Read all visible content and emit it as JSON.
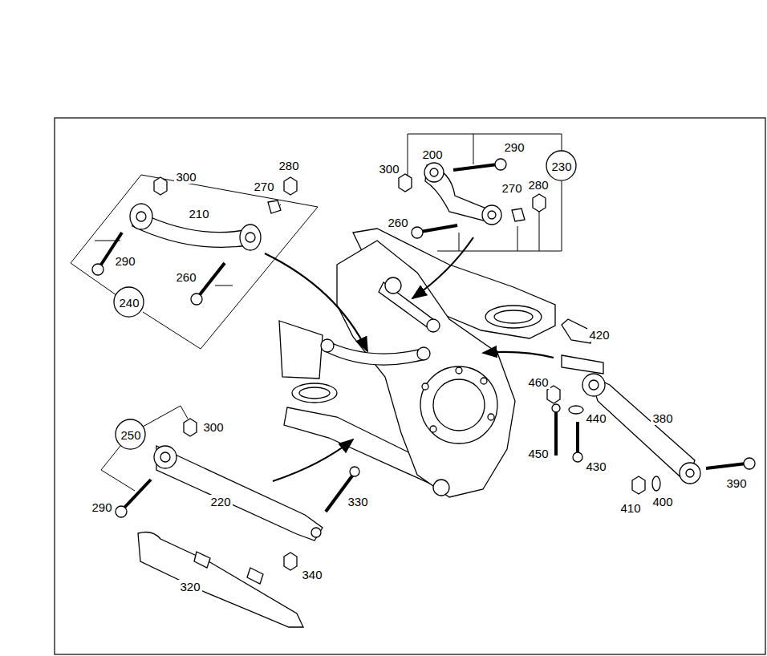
{
  "diagram": {
    "nodes": [
      {
        "text": [
          "230"
        ]
      },
      {
        "text": [
          "240"
        ]
      },
      {
        "text": [
          "250"
        ]
      }
    ],
    "labels": [
      "300",
      "280",
      "270",
      "210",
      "290",
      "260",
      "300",
      "200",
      "290",
      "270",
      "280",
      "260",
      "420",
      "460",
      "440",
      "380",
      "450",
      "430",
      "390",
      "410",
      "400",
      "300",
      "290",
      "220",
      "330",
      "320",
      "340"
    ]
  }
}
